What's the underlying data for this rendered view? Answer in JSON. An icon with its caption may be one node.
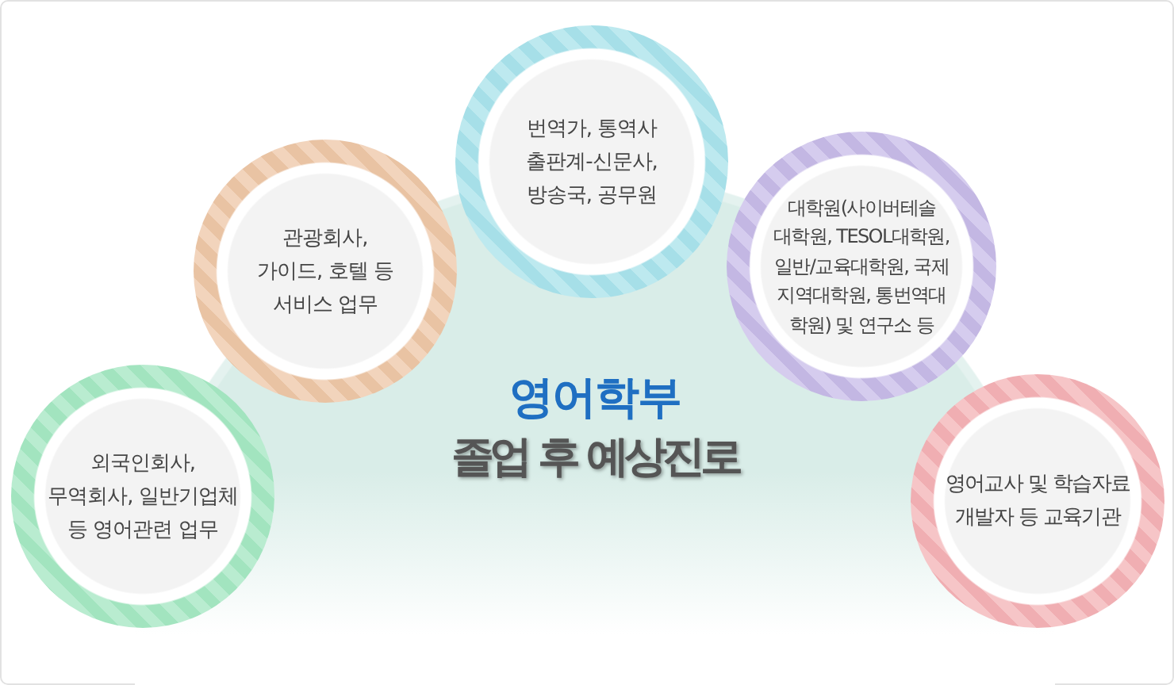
{
  "diagram": {
    "nodes": [
      {
        "text": [
          "영어학부",
          "졸업 후 예상진로"
        ]
      },
      {
        "text": [
          "외국인회사, 무역회사, 일반기업체 등 영어관련 업무"
        ]
      },
      {
        "text": [
          "관광회사, 가이드, 호텔 등 서비스 업무"
        ]
      },
      {
        "text": [
          "번역가, 통역사 출판계-신문사, 방송국, 공무원"
        ]
      },
      {
        "text": [
          "대학원(사이버테솔 대학원, TESOL대학원, 일반/교육대학원, 국제 지역대학원, 통번역대 학원) 및 연구소 등"
        ]
      },
      {
        "text": [
          "영어교사 및 학습자료 개발자 등 교육기관"
        ]
      }
    ]
  }
}
